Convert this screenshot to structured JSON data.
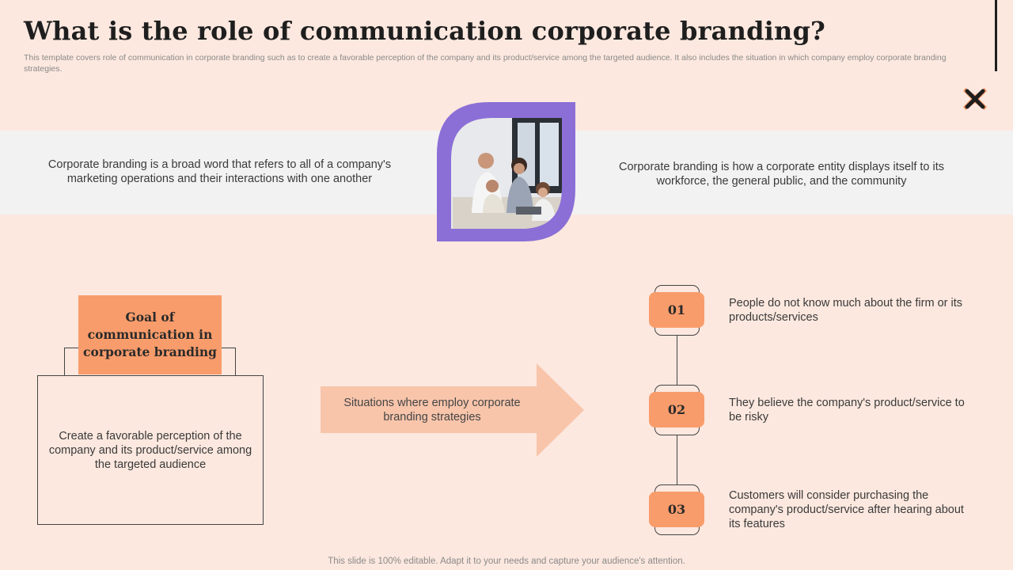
{
  "title": "What is the role of communication corporate branding?",
  "subtitle": "This template covers role of communication in corporate branding such as to create a favorable perception of the company and its product/service among the targeted audience. It also includes the situation in which company employ corporate branding strategies.",
  "band": {
    "left_text": "Corporate branding is a broad word that refers to all of a company's marketing operations and their interactions with one another",
    "right_text": "Corporate branding is how a corporate entity displays itself to its workforce, the general public, and the community"
  },
  "goal": {
    "heading": "Goal of communication in corporate branding",
    "text": "Create a favorable perception of the company and its product/service among the targeted audience"
  },
  "arrow_text": "Situations where employ corporate branding strategies",
  "steps": [
    {
      "number": "01",
      "text": "People do not know much about the firm or its products/services"
    },
    {
      "number": "02",
      "text": "They believe the company's product/service to be risky"
    },
    {
      "number": "03",
      "text": "Customers will consider purchasing the company's product/service after hearing about its features"
    }
  ],
  "footer": "This slide is 100% editable. Adapt it to your needs and capture your audience's attention.",
  "colors": {
    "background": "#fce8df",
    "accent_orange": "#f99c6b",
    "arrow_peach": "#f8c5ab",
    "leaf_purple": "#8b6fd6",
    "band_gray": "#f2f2f2"
  },
  "icons": {
    "close": "close-icon",
    "photo": "team-meeting-photo"
  }
}
